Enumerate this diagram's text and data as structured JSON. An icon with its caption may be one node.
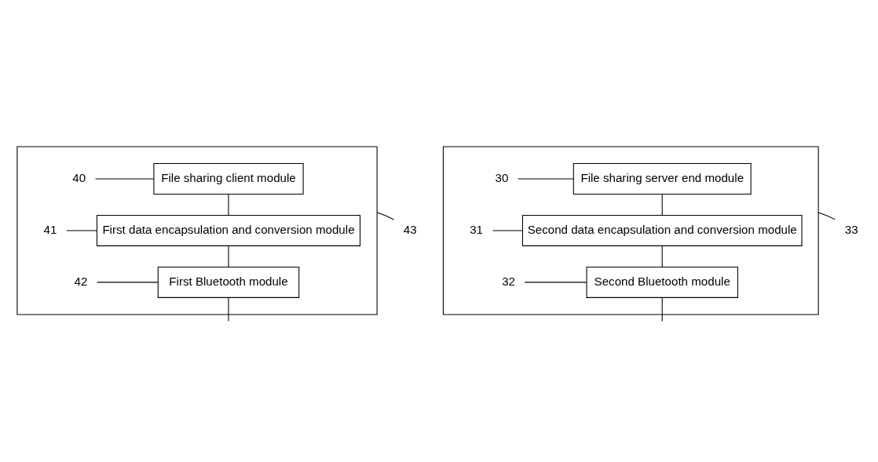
{
  "diagram": {
    "nodes": [
      {
        "text": [],
        "shape": "box"
      },
      {
        "text": [
          "File sharing client module"
        ],
        "in": 0
      },
      {
        "text": [
          "First data encapsulation and conversion module"
        ],
        "in": 0
      },
      {
        "text": [
          "First Bluetooth module"
        ],
        "in": 0
      },
      {
        "text": [],
        "shape": "box"
      },
      {
        "text": [
          "File sharing server end module"
        ],
        "in": 4
      },
      {
        "text": [
          "Second data encapsulation and conversion module"
        ],
        "in": 4
      },
      {
        "text": [
          "Second Bluetooth module"
        ],
        "in": 4
      },
      {
        "text": [
          "40"
        ],
        "in": 0
      },
      {
        "text": [
          "41"
        ],
        "in": 0
      },
      {
        "text": [
          "42"
        ],
        "in": 0
      },
      {
        "text": [
          "43"
        ]
      },
      {
        "text": [
          "30"
        ],
        "in": 4
      },
      {
        "text": [
          "31"
        ],
        "in": 4
      },
      {
        "text": [
          "32"
        ],
        "in": 4
      },
      {
        "text": [
          "33"
        ]
      }
    ],
    "edges": [
      {
        "from": 1,
        "to": 2,
        "arrow": "none"
      },
      {
        "from": 2,
        "to": 3,
        "arrow": "none"
      },
      {
        "from": 3,
        "to": null,
        "arrow": "none"
      },
      {
        "from": 5,
        "to": 6,
        "arrow": "none"
      },
      {
        "from": 6,
        "to": 7,
        "arrow": "none"
      },
      {
        "from": 7,
        "to": null,
        "arrow": "none"
      },
      {
        "from": 8,
        "to": 1,
        "arrow": "none"
      },
      {
        "from": 9,
        "to": 2,
        "arrow": "none"
      },
      {
        "from": 10,
        "to": 3,
        "arrow": "none"
      },
      {
        "from": 11,
        "to": 0,
        "arrow": "none"
      },
      {
        "from": 12,
        "to": 5,
        "arrow": "none"
      },
      {
        "from": 13,
        "to": 6,
        "arrow": "none"
      },
      {
        "from": 14,
        "to": 7,
        "arrow": "none"
      },
      {
        "from": 15,
        "to": 4,
        "arrow": "none"
      }
    ]
  }
}
